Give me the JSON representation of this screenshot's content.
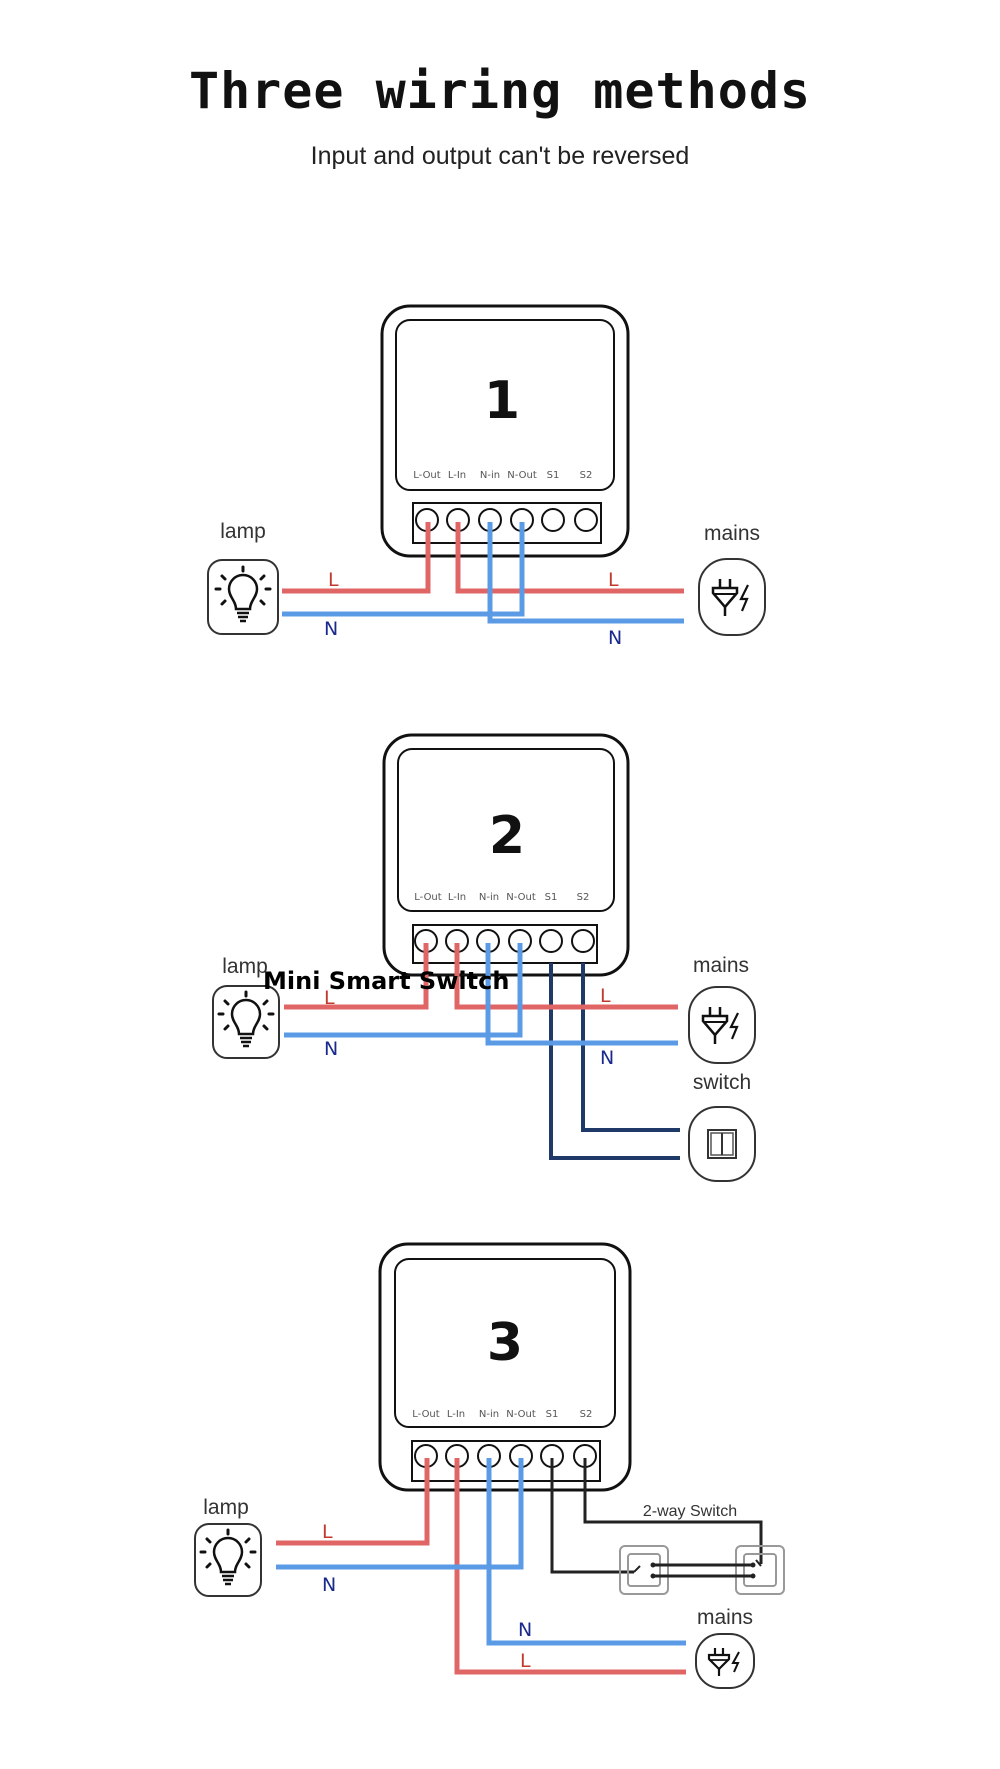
{
  "header": {
    "title": "Three wiring methods",
    "subtitle": "Input and output can't be reversed"
  },
  "colors": {
    "live_wire": "#e06666",
    "neutral_wire": "#5b9be6",
    "switch_wire": "#1f3a68",
    "twoway_wire": "#222222",
    "live_label": "#c0392b",
    "neutral_label": "#1a2a8c"
  },
  "terminals": [
    "L-Out",
    "L-In",
    "N-in",
    "N-Out",
    "S1",
    "S2"
  ],
  "wire_labels": {
    "live": "L",
    "neutral": "N"
  },
  "diagrams": [
    {
      "number": "1",
      "lamp_label": "lamp",
      "lamp_icon": "lightbulb-icon",
      "mains_label": "mains",
      "mains_icon": "plug-icon"
    },
    {
      "number": "2",
      "lamp_label": "lamp",
      "lamp_icon": "lightbulb-icon",
      "mains_label": "mains",
      "mains_icon": "plug-icon",
      "switch_label": "switch",
      "switch_icon": "wall-switch-icon"
    },
    {
      "number": "3",
      "lamp_label": "lamp",
      "lamp_icon": "lightbulb-icon",
      "mains_label": "mains",
      "mains_icon": "plug-icon",
      "switch_label": "2-way Switch",
      "switch_icon": "two-way-switch-icon"
    }
  ],
  "overlay_text": "Mini Smart Switch"
}
